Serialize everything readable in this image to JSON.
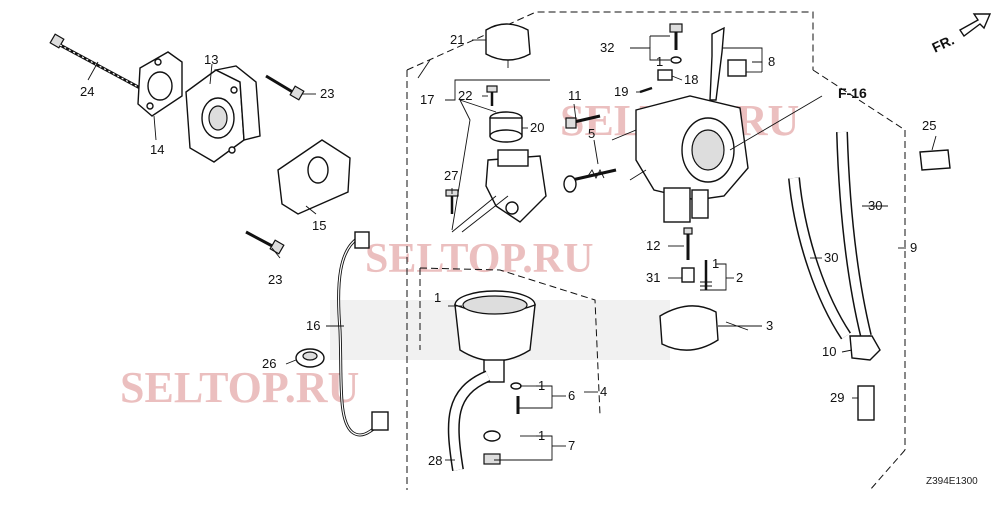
{
  "diagram": {
    "section_ref": "F-16",
    "direction_label": "FR.",
    "drawing_code": "Z394E1300",
    "watermark": "SELTOP.RU",
    "callouts": {
      "c1a": "1",
      "c1b": "1",
      "c1c": "1",
      "c1d": "1",
      "c1e": "1",
      "c2": "2",
      "c3": "3",
      "c4": "4",
      "c5": "5",
      "c6": "6",
      "c7": "7",
      "c8": "8",
      "c9": "9",
      "c10": "10",
      "c11": "11",
      "c12": "12",
      "c13": "13",
      "c14": "14",
      "c15": "15",
      "c16": "16",
      "c17": "17",
      "c18": "18",
      "c19": "19",
      "c20": "20",
      "c21": "21",
      "c22": "22",
      "c23a": "23",
      "c23b": "23",
      "c24": "24",
      "c25": "25",
      "c26": "26",
      "c27": "27",
      "c28": "28",
      "c29": "29",
      "c30a": "30",
      "c30b": "30",
      "c31": "31",
      "c32": "32"
    }
  }
}
